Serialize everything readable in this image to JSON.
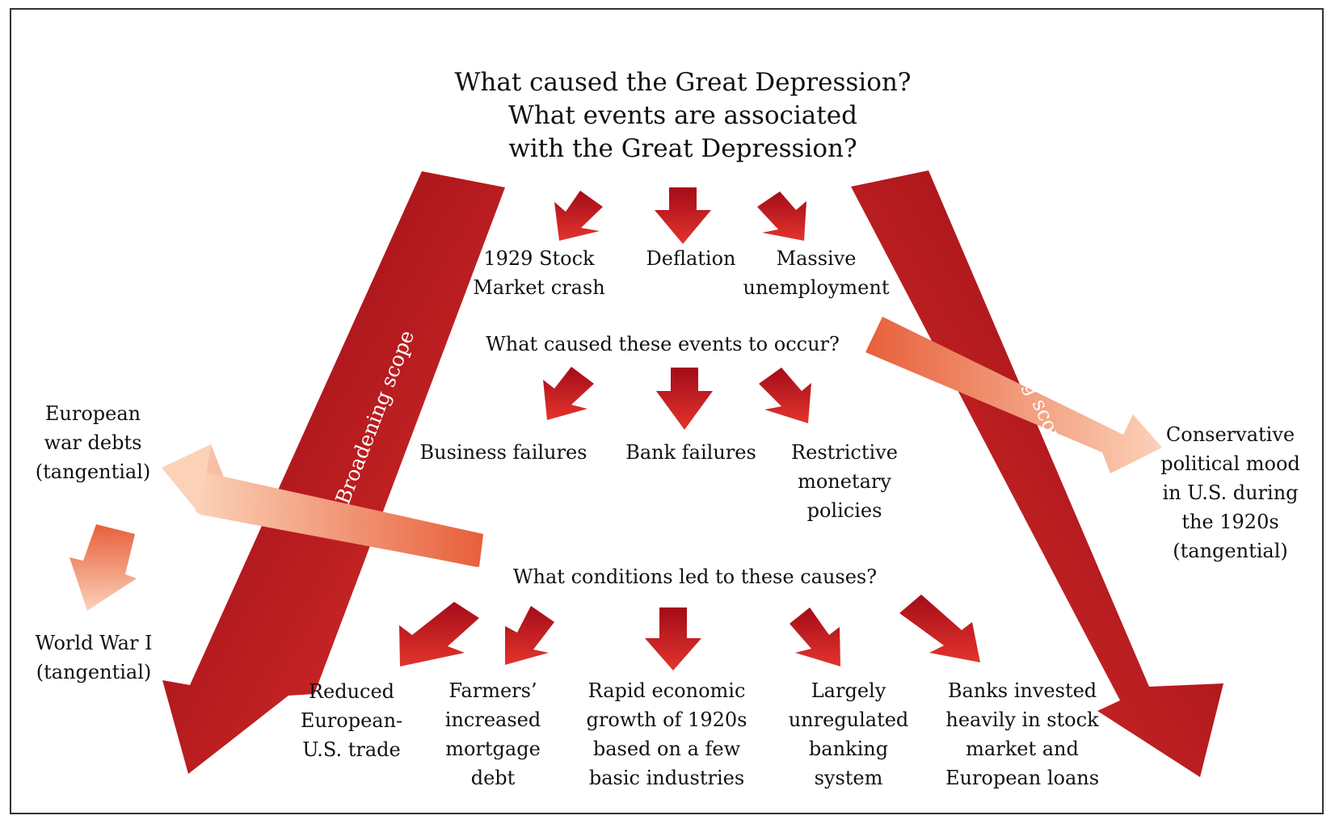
{
  "title": {
    "lines": "What caused the Great Depression?\nWhat events are associated\nwith the Great Depression?"
  },
  "events": {
    "stock_crash": "1929 Stock\nMarket crash",
    "deflation": "Deflation",
    "unemployment": "Massive\nunemployment"
  },
  "question_events": "What caused these events to occur?",
  "causes": {
    "business": "Business failures",
    "bank": "Bank failures",
    "monetary": "Restrictive\nmonetary\npolicies"
  },
  "question_conditions": "What conditions led to these causes?",
  "conditions": {
    "trade": "Reduced\nEuropean-\nU.S. trade",
    "farmers": "Farmers’\nincreased\nmortgage\ndebt",
    "growth": "Rapid economic\ngrowth of 1920s\nbased on a few\nbasic industries",
    "banking": "Largely\nunregulated\nbanking\nsystem",
    "invested": "Banks invested\nheavily in stock\nmarket and\nEuropean loans"
  },
  "tangential": {
    "war_debts": "European\nwar debts\n(tangential)",
    "wwi": "World War I\n(tangential)",
    "conservative": "Conservative\npolitical mood\nin U.S. during\nthe 1920s\n(tangential)"
  },
  "scope_left": "Broadening scope",
  "scope_right": "Broadening scope",
  "colors": {
    "arrow_dark": "#9e0a16",
    "arrow_light": "#d62a2a",
    "tangent_dark": "#e8623e",
    "tangent_light": "#f8c7a8"
  }
}
